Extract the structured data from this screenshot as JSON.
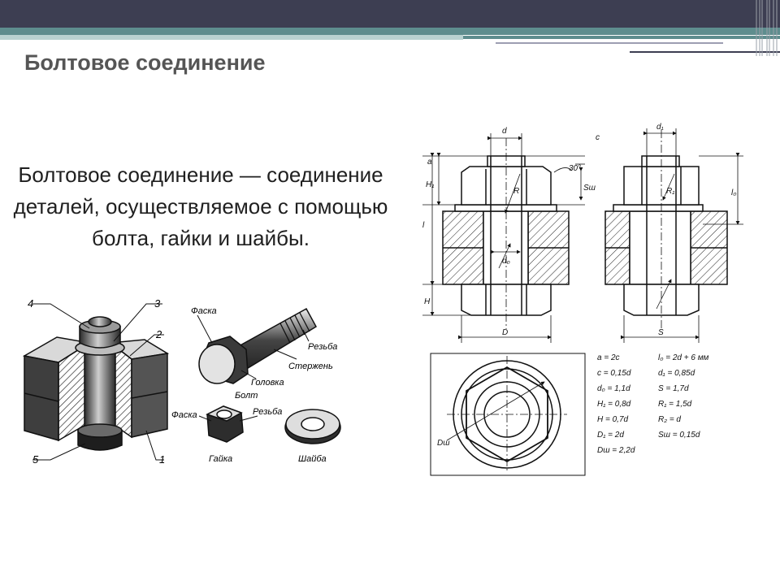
{
  "slide": {
    "title": "Болтовое соединение",
    "definition": "Болтовое соединение — соединение деталей, осуществляемое с помощью болта, гайки и шайбы."
  },
  "assembly_callouts": [
    "4",
    "3",
    "2",
    "5",
    "1"
  ],
  "parts": {
    "bolt_head_chamfer": "Фаска",
    "bolt_thread": "Резьба",
    "bolt_shank": "Стержень",
    "bolt_head": "Головка",
    "bolt": "Болт",
    "nut_chamfer": "Фаска",
    "nut_thread": "Резьба",
    "nut": "Гайка",
    "washer": "Шайба"
  },
  "dimensions": {
    "d": "d",
    "d1": "d₁",
    "c": "c",
    "a": "a",
    "H1": "H₁",
    "angle": "30°",
    "R": "R",
    "R1": "R₁",
    "S_w": "Sш",
    "l": "l",
    "d0": "d₀",
    "H": "H",
    "D": "D",
    "S": "S",
    "l0": "l₀",
    "Dsh": "Dш"
  },
  "formulas": [
    [
      "a = 2c",
      "l₀ = 2d + 6 мм"
    ],
    [
      "c = 0,15d",
      "d₁ = 0,85d"
    ],
    [
      "d₀ = 1,1d",
      "S = 1,7d"
    ],
    [
      "H₁ = 0,8d",
      "R₁ = 1,5d"
    ],
    [
      "H = 0,7d",
      "R₂ = d"
    ],
    [
      "D₁ = 2d",
      "Sш = 0,15d"
    ],
    [
      "Dш = 2,2d",
      ""
    ]
  ],
  "colors": {
    "topbar": "#3d3e52",
    "teal_band": "#5e8d8e",
    "light_band": "#b9d2d1",
    "title": "#555555",
    "text": "#202020"
  }
}
